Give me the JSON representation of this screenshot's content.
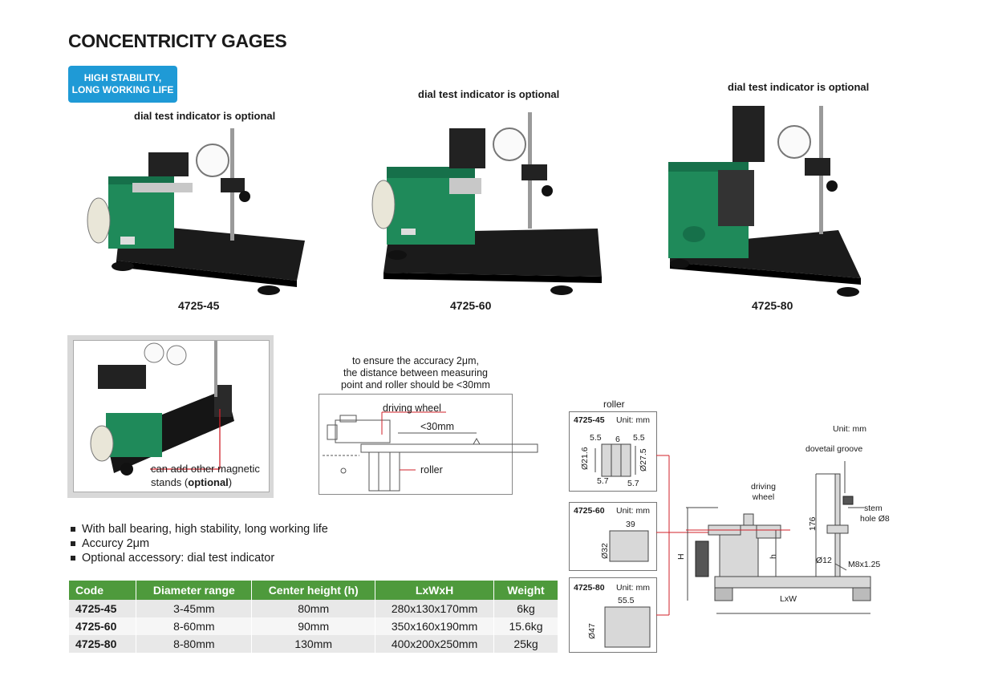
{
  "page": {
    "title": "CONCENTRICITY GAGES"
  },
  "badge": {
    "line1": "HIGH STABILITY,",
    "line2": "LONG WORKING LIFE"
  },
  "products": [
    {
      "model": "4725-45",
      "note": "dial test indicator is optional"
    },
    {
      "model": "4725-60",
      "note": "dial test indicator is optional"
    },
    {
      "model": "4725-80",
      "note": "dial test indicator is optional"
    }
  ],
  "photo_note": {
    "line1": "can add other magnetic",
    "line2_prefix": "stands (",
    "line2_bold": "optional",
    "line2_suffix": ")"
  },
  "accuracy_note": {
    "line1": "to ensure the accuracy 2μm,",
    "line2": "the distance between measuring",
    "line3": "point and roller should be <30mm",
    "driving_wheel": "driving wheel",
    "distance": "<30mm",
    "roller": "roller"
  },
  "roller_section": {
    "title": "roller",
    "boxes": [
      {
        "model": "4725-45",
        "unit": "Unit: mm",
        "dims": [
          "5.5",
          "6",
          "5.5",
          "Ø21.6",
          "Ø27.5",
          "5.7",
          "5.7"
        ]
      },
      {
        "model": "4725-60",
        "unit": "Unit: mm",
        "dims": [
          "39",
          "Ø32"
        ]
      },
      {
        "model": "4725-80",
        "unit": "Unit: mm",
        "dims": [
          "55.5",
          "Ø47"
        ]
      }
    ]
  },
  "dimension_drawing": {
    "unit": "Unit: mm",
    "dovetail": "dovetail groove",
    "driving_wheel_1": "driving",
    "driving_wheel_2": "wheel",
    "stem_1": "stem",
    "stem_2": "hole Ø8",
    "h176": "176",
    "big_h": "H",
    "small_h": "h",
    "d12": "Ø12",
    "thread": "M8x1.25",
    "lxw": "LxW"
  },
  "features": [
    "With ball bearing, high stability, long working life",
    "Accurcy 2μm",
    "Optional accessory: dial test indicator"
  ],
  "spec_table": {
    "headers": [
      "Code",
      "Diameter range",
      "Center height (h)",
      "LxWxH",
      "Weight"
    ],
    "rows": [
      [
        "4725-45",
        "3-45mm",
        "80mm",
        "280x130x170mm",
        "6kg"
      ],
      [
        "4725-60",
        "8-60mm",
        "90mm",
        "350x160x190mm",
        "15.6kg"
      ],
      [
        "4725-80",
        "8-80mm",
        "130mm",
        "400x200x250mm",
        "25kg"
      ]
    ]
  },
  "colors": {
    "brand_green": "#4e9a3c",
    "badge_blue": "#1f9ad6",
    "machine_green": "#1f8a5a",
    "red_line": "#d0202a"
  }
}
